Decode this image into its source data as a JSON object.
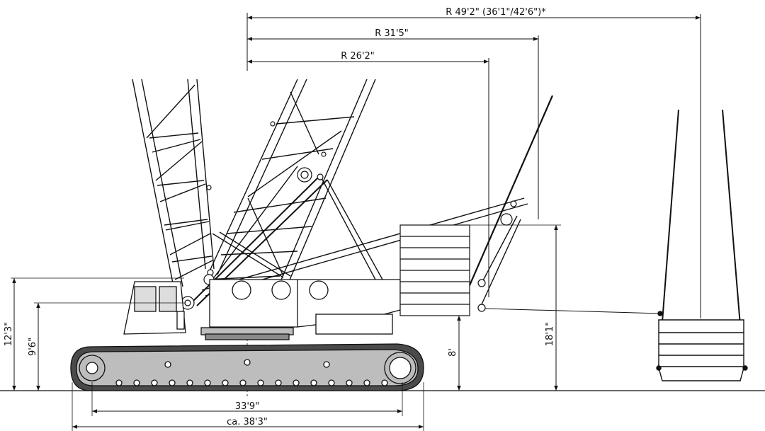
{
  "dimensions": {
    "radius_max": "R 49'2\" (36'1\"/42'6\")*",
    "radius_mid": "R 31'5\"",
    "radius_min": "R 26'2\"",
    "height_total": "12'3\"",
    "height_cab": "9'6\"",
    "height_counterweight_bottom": "8'",
    "height_counterweight_top": "18'1\"",
    "track_center_length": "33'9\"",
    "track_overall_length": "ca. 38'3\""
  }
}
